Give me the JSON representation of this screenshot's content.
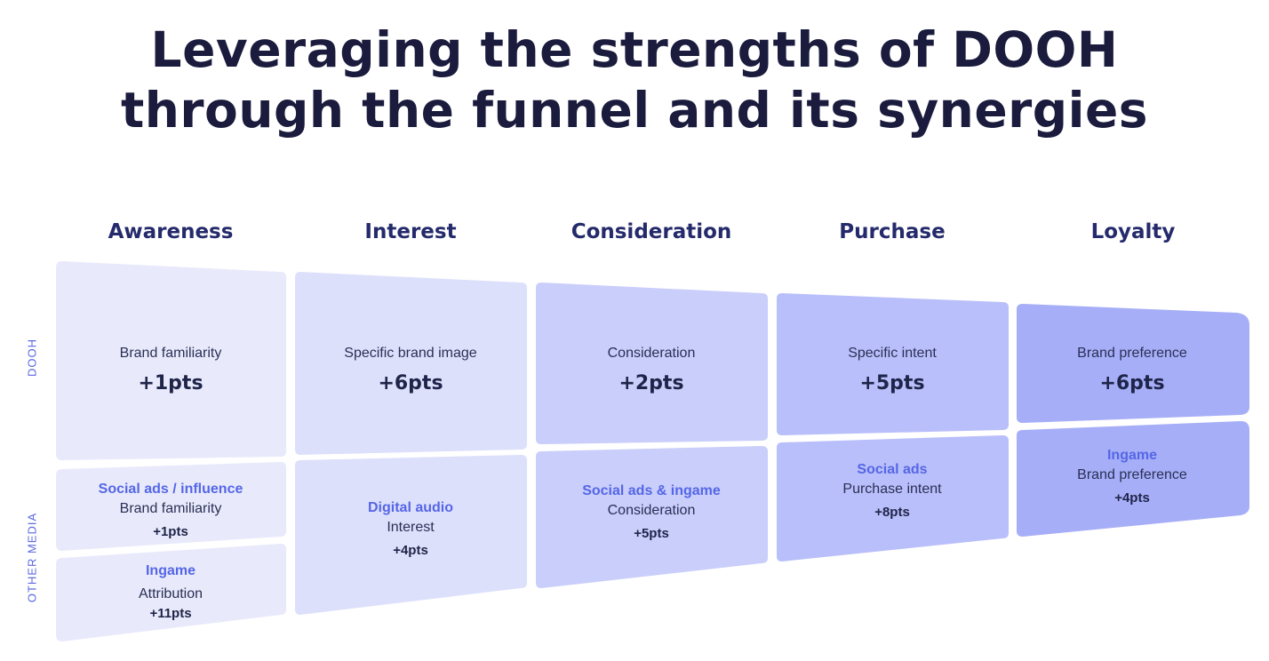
{
  "title": {
    "line1": "Leveraging the strengths of DOOH",
    "line2": "through the funnel and its synergies"
  },
  "stages": [
    "Awareness",
    "Interest",
    "Consideration",
    "Purchase",
    "Loyalty"
  ],
  "row_labels": {
    "dooh": "DOOH",
    "other": "OTHER MEDIA"
  },
  "dooh": [
    {
      "metric": "Brand familiarity",
      "value": "+1pts"
    },
    {
      "metric": "Specific brand image",
      "value": "+6pts"
    },
    {
      "metric": "Consideration",
      "value": "+2pts"
    },
    {
      "metric": "Specific intent",
      "value": "+5pts"
    },
    {
      "metric": "Brand preference",
      "value": "+6pts"
    }
  ],
  "other_media": [
    {
      "channel": "Social ads / influence",
      "metric": "Brand familiarity",
      "value": "+1pts"
    },
    {
      "channel": "Ingame",
      "metric": "Attribution",
      "value": "+11pts"
    },
    {
      "channel": "Digital audio",
      "metric": "Interest",
      "value": "+4pts"
    },
    {
      "channel": "Social ads & ingame",
      "metric": "Consideration",
      "value": "+5pts"
    },
    {
      "channel": "Social ads",
      "metric": "Purchase intent",
      "value": "+8pts"
    },
    {
      "channel": "Ingame",
      "metric": "Brand preference",
      "value": "+4pts"
    }
  ],
  "colors": {
    "col1": "#e8eafb",
    "col2": "#dde0fb",
    "col3": "#c9cefb",
    "col4": "#b9bffa",
    "col5": "#a6aef7",
    "accent": "#5566e6",
    "dark": "#1a1b3d"
  }
}
